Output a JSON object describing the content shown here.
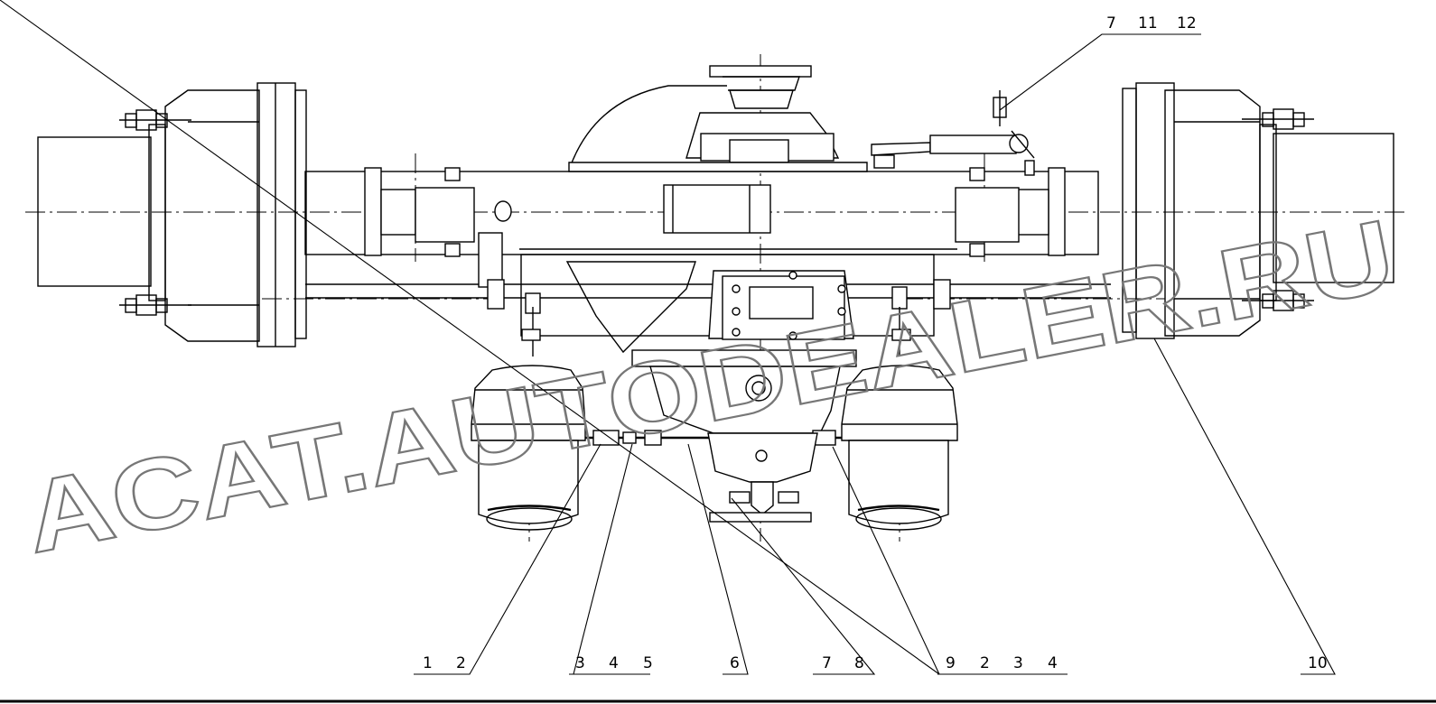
{
  "callouts": {
    "top_right": [
      "7",
      "11",
      "12"
    ],
    "bottom": [
      [
        "1",
        "2"
      ],
      [
        "3",
        "4",
        "5"
      ],
      [
        "6"
      ],
      [
        "7",
        "8"
      ],
      [
        "9",
        "2",
        "3",
        "4"
      ],
      [
        "10"
      ]
    ]
  },
  "watermark": "ACAT.AUTODEALER.RU"
}
